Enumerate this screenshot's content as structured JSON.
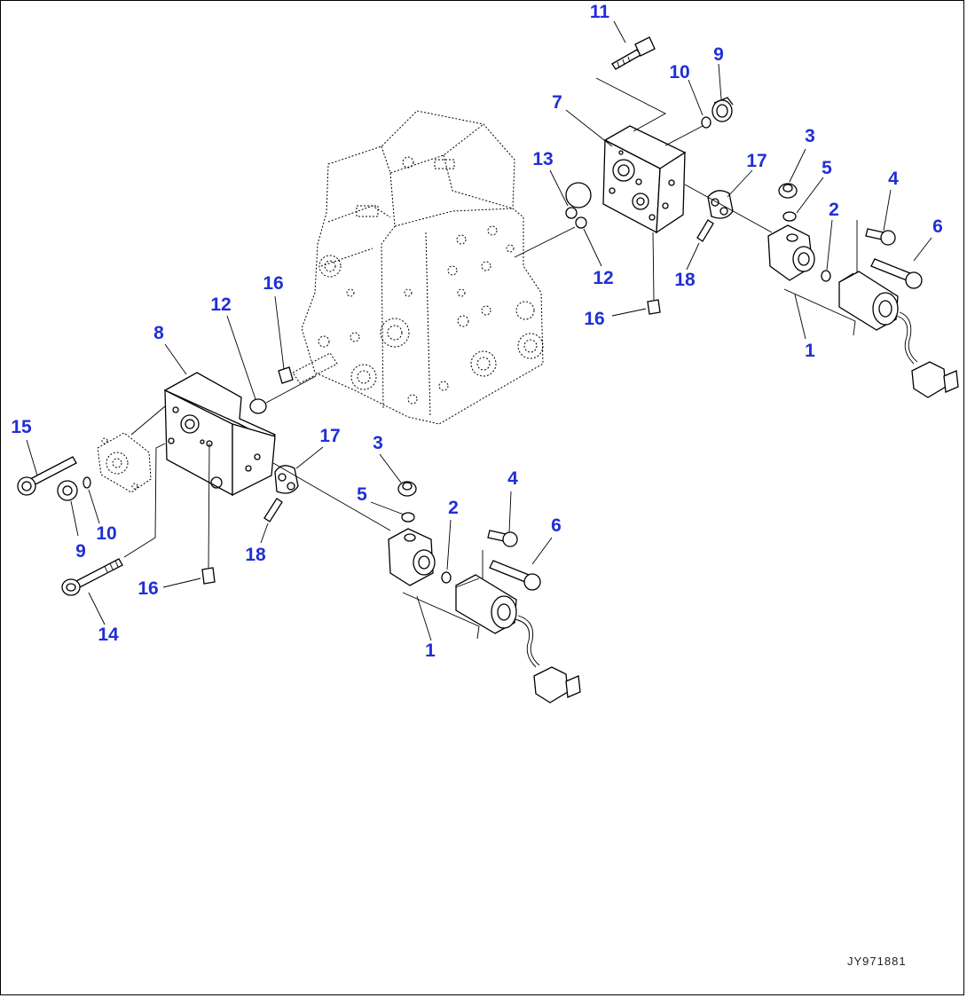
{
  "drawing_code": "JY971881",
  "callouts": [
    {
      "id": "c11a",
      "text": "11"
    },
    {
      "id": "c9a",
      "text": "9"
    },
    {
      "id": "c10a",
      "text": "10"
    },
    {
      "id": "c7",
      "text": "7"
    },
    {
      "id": "c3a",
      "text": "3"
    },
    {
      "id": "c13",
      "text": "13"
    },
    {
      "id": "c17a",
      "text": "17"
    },
    {
      "id": "c5a",
      "text": "5"
    },
    {
      "id": "c4a",
      "text": "4"
    },
    {
      "id": "c2a",
      "text": "2"
    },
    {
      "id": "c6a",
      "text": "6"
    },
    {
      "id": "c12a",
      "text": "12"
    },
    {
      "id": "c18a",
      "text": "18"
    },
    {
      "id": "c16a",
      "text": "16"
    },
    {
      "id": "c1a",
      "text": "1"
    },
    {
      "id": "c16b",
      "text": "16"
    },
    {
      "id": "c12b",
      "text": "12"
    },
    {
      "id": "c8",
      "text": "8"
    },
    {
      "id": "c15",
      "text": "15"
    },
    {
      "id": "c17b",
      "text": "17"
    },
    {
      "id": "c3b",
      "text": "3"
    },
    {
      "id": "c4b",
      "text": "4"
    },
    {
      "id": "c5b",
      "text": "5"
    },
    {
      "id": "c2b",
      "text": "2"
    },
    {
      "id": "c6b",
      "text": "6"
    },
    {
      "id": "c9b",
      "text": "9"
    },
    {
      "id": "c10b",
      "text": "10"
    },
    {
      "id": "c18b",
      "text": "18"
    },
    {
      "id": "c16c",
      "text": "16"
    },
    {
      "id": "c14",
      "text": "14"
    },
    {
      "id": "c1b",
      "text": "1"
    }
  ]
}
